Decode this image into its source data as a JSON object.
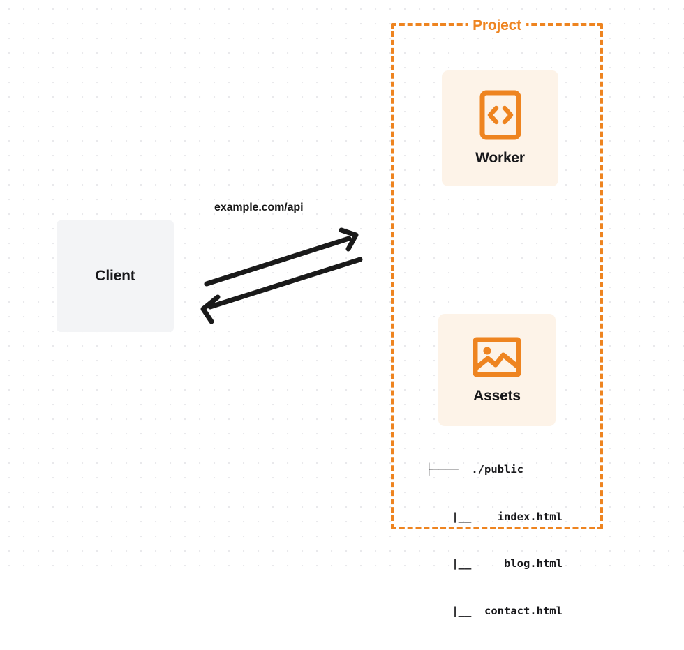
{
  "diagram": {
    "type": "architecture-flow",
    "background": "dot-grid",
    "colors": {
      "accent_orange": "#ee8420",
      "card_background": "#fdf3e8",
      "client_background": "#f3f4f6",
      "text_dark": "#18181b",
      "dot_grid": "#e9e9ec"
    },
    "client": {
      "label": "Client"
    },
    "edge": {
      "label": "example.com/api",
      "request_direction": "client-to-project",
      "response_direction": "project-to-client"
    },
    "project": {
      "title": "Project",
      "cards": [
        {
          "label": "Worker",
          "icon": "code-brackets-icon"
        },
        {
          "label": "Assets",
          "icon": "image-icon"
        }
      ],
      "file_tree": [
        "├────  ./public",
        "    |__    index.html",
        "    |__     blog.html",
        "    |__  contact.html"
      ]
    }
  }
}
